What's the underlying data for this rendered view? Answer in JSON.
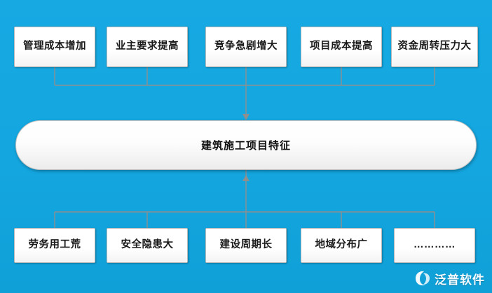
{
  "diagram": {
    "type": "hierarchy",
    "background_color": "#17a9e0",
    "center": {
      "label": "建筑施工项目特征"
    },
    "top_nodes": [
      {
        "label": "管理成本增加"
      },
      {
        "label": "业主要求提高"
      },
      {
        "label": "竞争急剧增大"
      },
      {
        "label": "项目成本提高"
      },
      {
        "label": "资金周转压力大"
      }
    ],
    "bottom_nodes": [
      {
        "label": "劳务用工荒"
      },
      {
        "label": "安全隐患大"
      },
      {
        "label": "建设周期长"
      },
      {
        "label": "地域分布广"
      },
      {
        "label": "…………"
      }
    ]
  },
  "watermark": {
    "text": "泛普软件",
    "logo_icon": "fanpu-logo-icon",
    "color": "#ffffff"
  }
}
